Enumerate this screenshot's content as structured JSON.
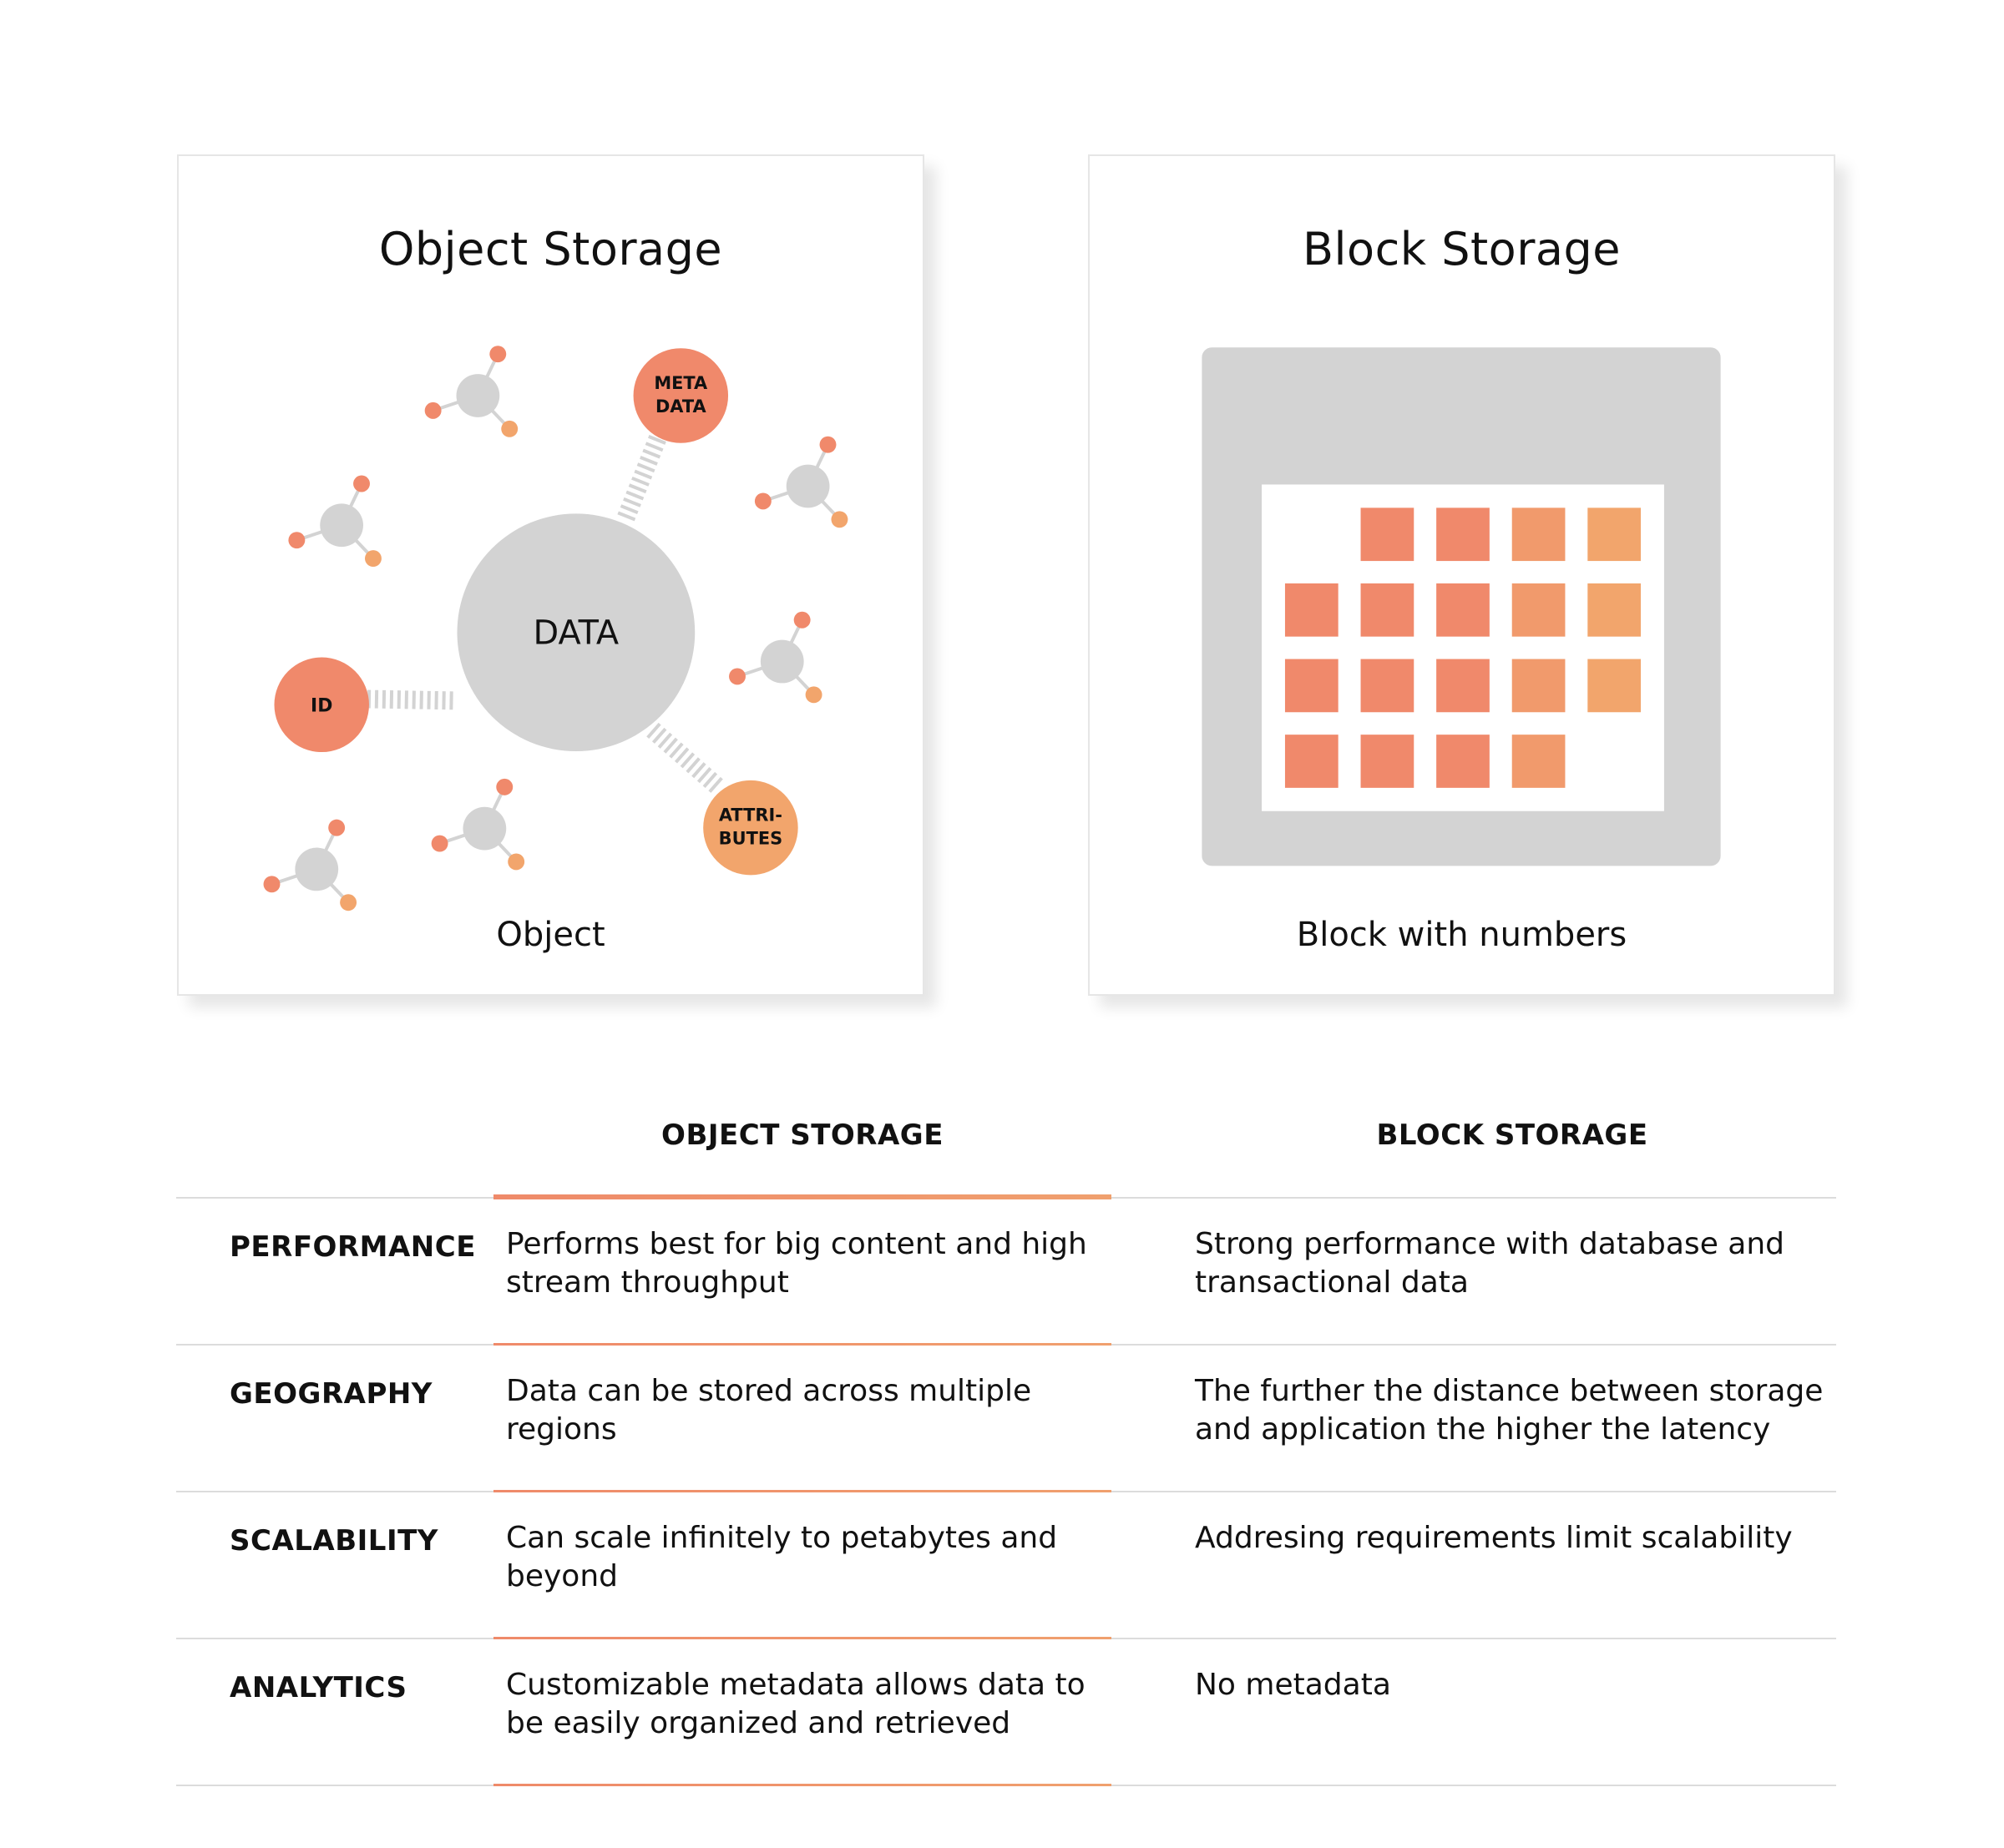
{
  "colors": {
    "orange_dark": "#f0896b",
    "orange_light": "#f2a56c",
    "grey_node": "#d3d3d3",
    "panel_grey": "#d3d3d3"
  },
  "object_card": {
    "title": "Object Storage",
    "caption": "Object",
    "center_label": "DATA",
    "nodes": {
      "id": "ID",
      "meta_line1": "META",
      "meta_line2": "DATA",
      "attr_line1": "ATTRI-",
      "attr_line2": "BUTES"
    }
  },
  "block_card": {
    "title": "Block Storage",
    "caption": "Block with numbers"
  },
  "comparison": {
    "headers": {
      "object": "OBJECT STORAGE",
      "block": "BLOCK STORAGE"
    },
    "rows": [
      {
        "label": "PERFORMANCE",
        "object_line1": "Performs best for big content and high",
        "object_line2": "stream throughput",
        "block_line1": "Strong performance with database and",
        "block_line2": "transactional data"
      },
      {
        "label": "GEOGRAPHY",
        "object_line1": "Data can be stored across multiple",
        "object_line2": "regions",
        "block_line1": "The further the distance between storage",
        "block_line2": "and application the higher the latency"
      },
      {
        "label": "SCALABILITY",
        "object_line1": "Can scale infinitely to petabytes and",
        "object_line2": "beyond",
        "block_line1": "Addresing requirements limit scalability",
        "block_line2": ""
      },
      {
        "label": "ANALYTICS",
        "object_line1": "Customizable metadata allows data to",
        "object_line2": "be easily organized and retrieved",
        "block_line1": "No metadata",
        "block_line2": ""
      }
    ]
  }
}
